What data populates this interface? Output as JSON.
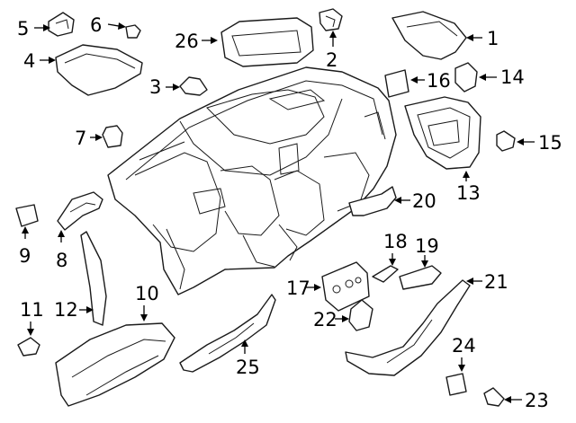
{
  "callouts": {
    "1": "1",
    "2": "2",
    "3": "3",
    "4": "4",
    "5": "5",
    "6": "6",
    "7": "7",
    "8": "8",
    "9": "9",
    "10": "10",
    "11": "11",
    "12": "12",
    "13": "13",
    "14": "14",
    "15": "15",
    "16": "16",
    "17": "17",
    "18": "18",
    "19": "19",
    "20": "20",
    "21": "21",
    "22": "22",
    "23": "23",
    "24": "24",
    "25": "25",
    "26": "26"
  },
  "colors": {
    "line": "#1a1a1a",
    "background": "#ffffff"
  }
}
